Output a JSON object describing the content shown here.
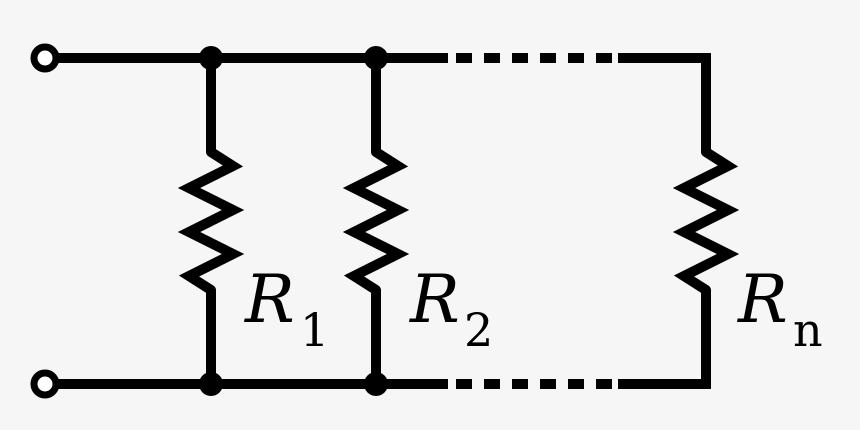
{
  "diagram": {
    "resistors": [
      {
        "id": "r1",
        "symbol": "R",
        "subscript": "1"
      },
      {
        "id": "r2",
        "symbol": "R",
        "subscript": "2"
      },
      {
        "id": "rn",
        "symbol": "R",
        "subscript": "n"
      }
    ]
  }
}
